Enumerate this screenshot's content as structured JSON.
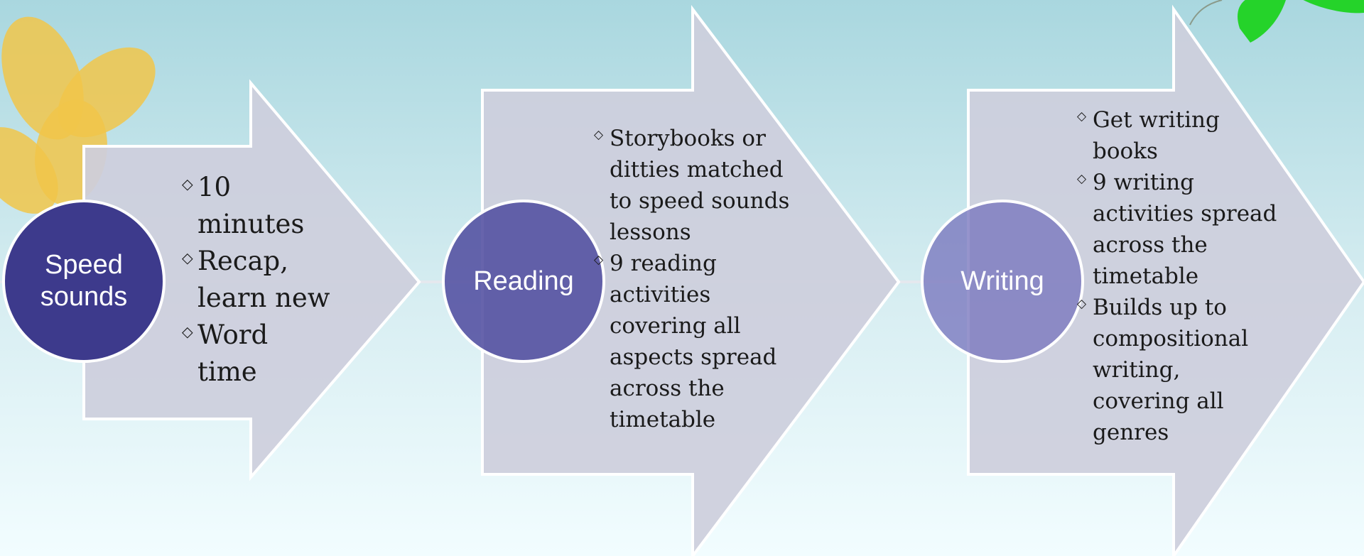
{
  "colors": {
    "sky_top": "#a9d7df",
    "sky_bottom": "#f2fdff",
    "arrow_fill": "#cecfdd",
    "circle_1": "#3d3a8c",
    "circle_2": "#5652a0",
    "circle_3": "#7c7abd",
    "flower": "#f1c64a",
    "leaf": "#25d32a"
  },
  "steps": [
    {
      "title_lines": [
        "Speed",
        "sounds"
      ],
      "bullets": [
        [
          "10",
          "minutes"
        ],
        [
          "Recap,",
          "learn new"
        ],
        [
          "Word",
          "time"
        ]
      ]
    },
    {
      "title_lines": [
        "Reading"
      ],
      "bullets": [
        [
          "Storybooks or",
          "ditties matched",
          "to speed sounds",
          "lessons"
        ],
        [
          "9 reading",
          "activities",
          "covering all",
          "aspects spread",
          "across the",
          "timetable"
        ]
      ]
    },
    {
      "title_lines": [
        "Writing"
      ],
      "bullets": [
        [
          "Get writing",
          "books"
        ],
        [
          "9 writing",
          "activities spread",
          "across the",
          "timetable"
        ],
        [
          "Builds up to",
          "compositional",
          "writing,",
          "covering all",
          "genres"
        ]
      ]
    }
  ]
}
